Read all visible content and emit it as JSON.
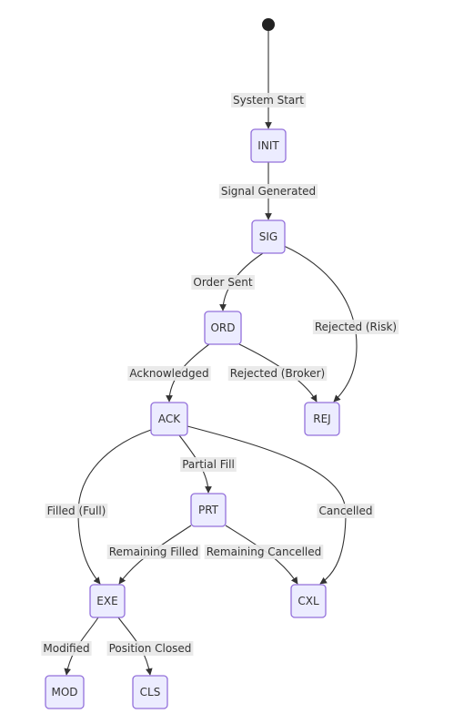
{
  "diagram": {
    "type": "state-diagram",
    "colors": {
      "node_fill": "#ECECFF",
      "node_stroke": "#9370DB",
      "edge": "#333333",
      "label_bg": "#e8e8e8",
      "start": "#222222"
    },
    "states": [
      {
        "id": "INIT",
        "label": "INIT"
      },
      {
        "id": "SIG",
        "label": "SIG"
      },
      {
        "id": "ORD",
        "label": "ORD"
      },
      {
        "id": "REJ",
        "label": "REJ"
      },
      {
        "id": "ACK",
        "label": "ACK"
      },
      {
        "id": "PRT",
        "label": "PRT"
      },
      {
        "id": "EXE",
        "label": "EXE"
      },
      {
        "id": "CXL",
        "label": "CXL"
      },
      {
        "id": "MOD",
        "label": "MOD"
      },
      {
        "id": "CLS",
        "label": "CLS"
      }
    ],
    "transitions": [
      {
        "id": "start-init",
        "from": "START",
        "to": "INIT",
        "label": "System Start"
      },
      {
        "id": "init-sig",
        "from": "INIT",
        "to": "SIG",
        "label": "Signal Generated"
      },
      {
        "id": "sig-ord",
        "from": "SIG",
        "to": "ORD",
        "label": "Order Sent"
      },
      {
        "id": "sig-rej",
        "from": "SIG",
        "to": "REJ",
        "label": "Rejected (Risk)"
      },
      {
        "id": "ord-ack",
        "from": "ORD",
        "to": "ACK",
        "label": "Acknowledged"
      },
      {
        "id": "ord-rej",
        "from": "ORD",
        "to": "REJ",
        "label": "Rejected (Broker)"
      },
      {
        "id": "ack-prt",
        "from": "ACK",
        "to": "PRT",
        "label": "Partial Fill"
      },
      {
        "id": "ack-exe",
        "from": "ACK",
        "to": "EXE",
        "label": "Filled (Full)"
      },
      {
        "id": "ack-cxl",
        "from": "ACK",
        "to": "CXL",
        "label": "Cancelled"
      },
      {
        "id": "prt-exe",
        "from": "PRT",
        "to": "EXE",
        "label": "Remaining Filled"
      },
      {
        "id": "prt-cxl",
        "from": "PRT",
        "to": "CXL",
        "label": "Remaining Cancelled"
      },
      {
        "id": "exe-mod",
        "from": "EXE",
        "to": "MOD",
        "label": "Modified"
      },
      {
        "id": "exe-cls",
        "from": "EXE",
        "to": "CLS",
        "label": "Position Closed"
      }
    ]
  }
}
